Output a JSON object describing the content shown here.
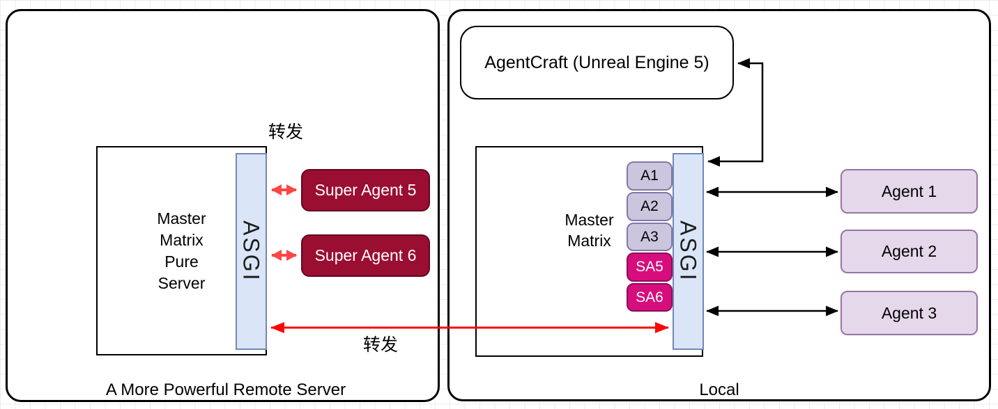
{
  "colors": {
    "asgi_fill": "#dae6f7",
    "asgi_border": "#7287b5",
    "chip_fill": "#ccc5de",
    "chip_border": "#8078a8",
    "sa_chip_fill": "#d60e7d",
    "sa_chip_border": "#8f0b59",
    "super_agent_fill": "#9a0e32",
    "super_agent_border": "#62081f",
    "agent_fill": "#e4d8ea",
    "agent_border": "#9673a6",
    "red_arrow": "#ff4545",
    "red_arrow_long": "#fe0505",
    "line_black": "#000000"
  },
  "remote_server": {
    "title": "A More Powerful Remote Server",
    "forward_top": "转发",
    "forward_bottom": "转发",
    "server_box": {
      "line1": "Master",
      "line2": "Matrix",
      "line3": "Pure",
      "line4": "Server"
    },
    "asgi": "ASGI",
    "super_agent_5": "Super Agent 5",
    "super_agent_6": "Super Agent 6"
  },
  "local": {
    "title": "Local",
    "agentcraft": "AgentCraft (Unreal Engine 5)",
    "matrix_box": {
      "line1": "Master",
      "line2": "Matrix"
    },
    "asgi": "ASGI",
    "chips": [
      "A1",
      "A2",
      "A3",
      "SA5",
      "SA6"
    ],
    "agents": [
      "Agent 1",
      "Agent 2",
      "Agent 3"
    ]
  }
}
